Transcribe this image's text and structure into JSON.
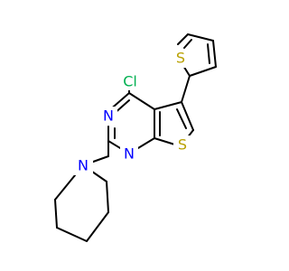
{
  "molecule": {
    "atoms": {
      "chlorine": {
        "label": "Cl",
        "color": "#00b050"
      },
      "pyrimidine_n_top": {
        "label": "N",
        "color": "#0000ff"
      },
      "pyrimidine_n_bottom": {
        "label": "N",
        "color": "#0000ff"
      },
      "fused_thiophene_s": {
        "label": "S",
        "color": "#b8a000"
      },
      "thienyl_s": {
        "label": "S",
        "color": "#b8a000"
      },
      "piperidine_n": {
        "label": "N",
        "color": "#0000ff"
      }
    },
    "bond_color": "#000000"
  }
}
